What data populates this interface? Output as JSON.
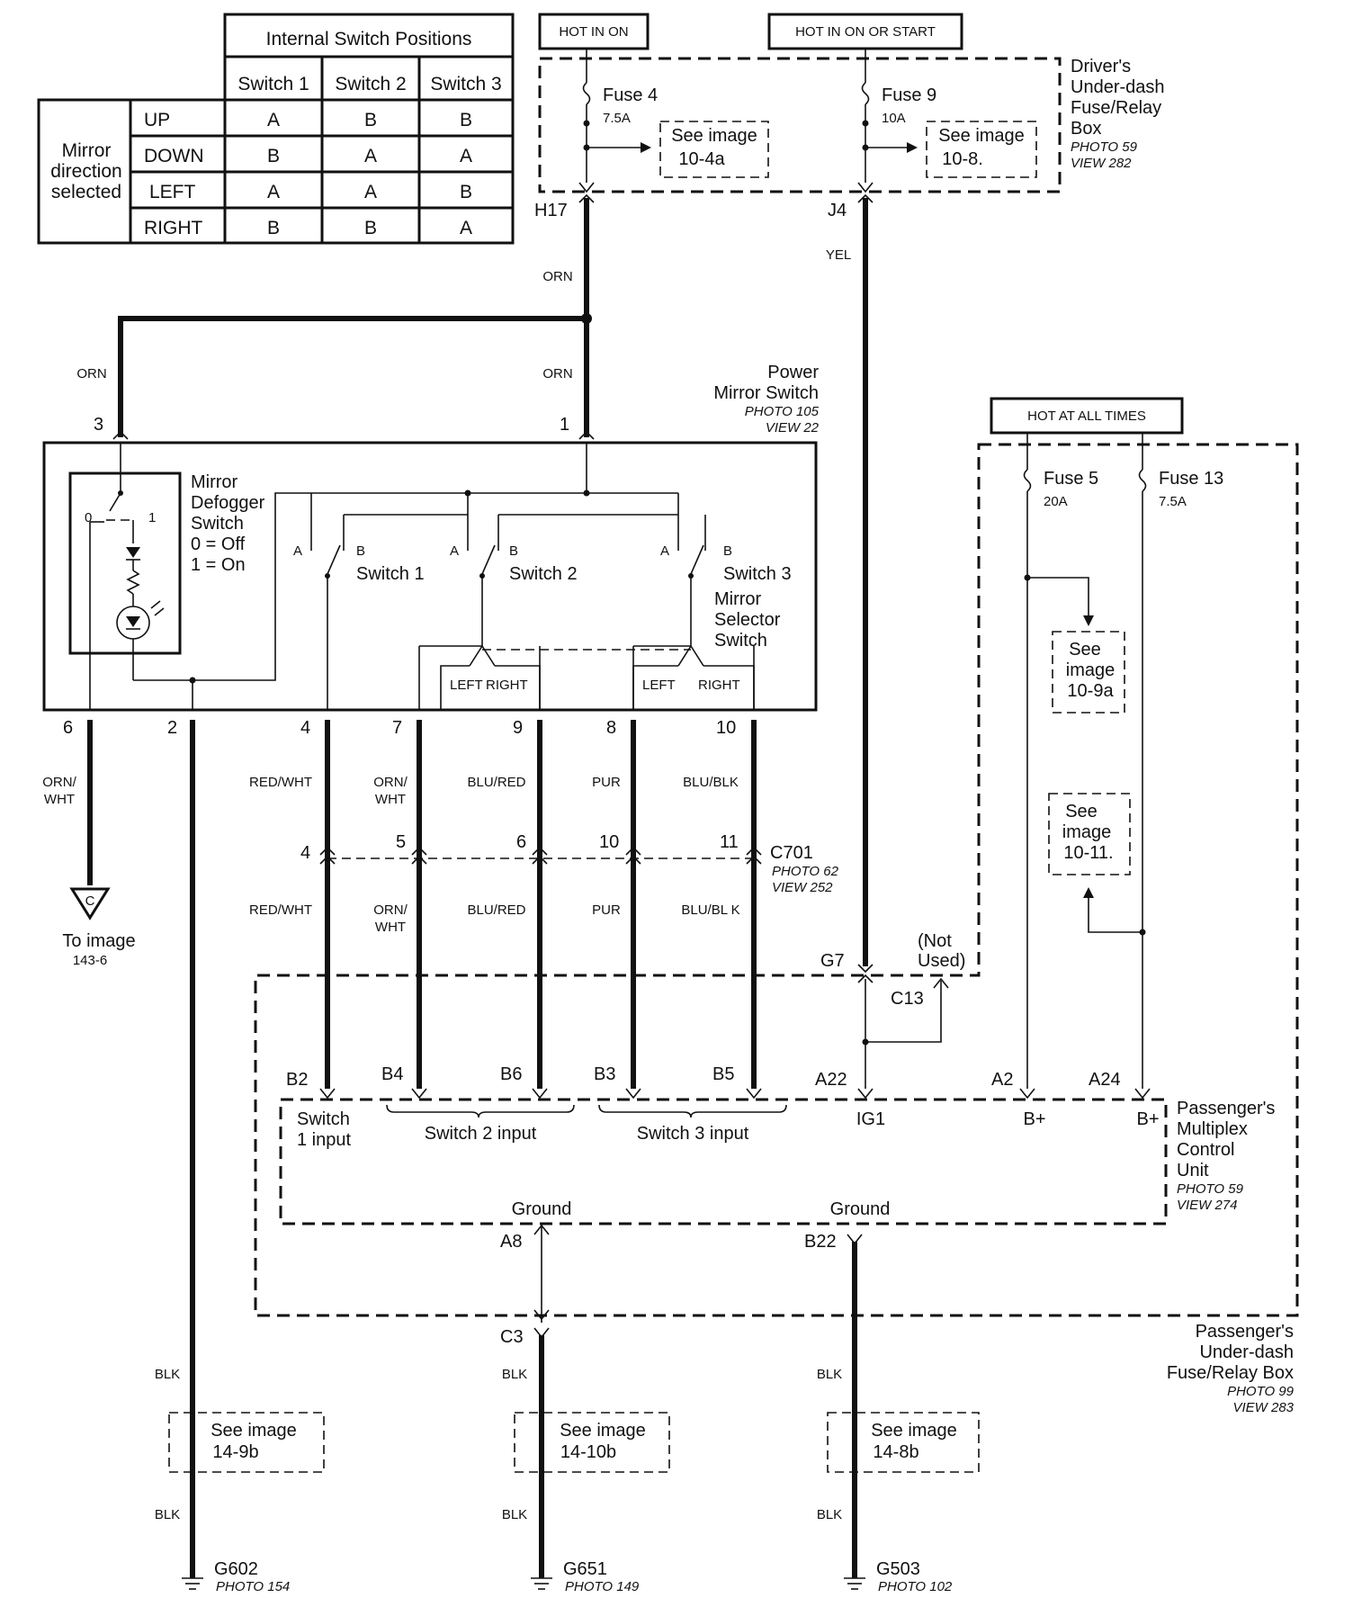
{
  "table": {
    "title": "Internal Switch Positions",
    "columns": [
      "Switch 1",
      "Switch 2",
      "Switch 3"
    ],
    "row_group": [
      "Mirror",
      "direction",
      "selected"
    ],
    "rows": [
      {
        "dir": "UP",
        "vals": [
          "A",
          "B",
          "B"
        ]
      },
      {
        "dir": "DOWN",
        "vals": [
          "B",
          "A",
          "A"
        ]
      },
      {
        "dir": "LEFT",
        "vals": [
          "A",
          "A",
          "B"
        ]
      },
      {
        "dir": "RIGHT",
        "vals": [
          "B",
          "B",
          "A"
        ]
      }
    ]
  },
  "top": {
    "hot_on": "HOT IN ON",
    "hot_start": "HOT IN ON OR START",
    "fuse4": "Fuse 4",
    "fuse4_a": "7.5A",
    "fuse9": "Fuse 9",
    "fuse9_a": "10A",
    "see_a1": "See image",
    "see_a2": "10-4a",
    "see_b1": "See image",
    "see_b2": "10-8.",
    "box": [
      "Driver's",
      "Under-dash",
      "Fuse/Relay",
      "Box"
    ],
    "box_photo": "PHOTO 59",
    "box_view": "VIEW 282",
    "h17": "H17",
    "j4": "J4",
    "orn": "ORN",
    "yel": "YEL"
  },
  "pms": {
    "title1": "Power",
    "title2": "Mirror Switch",
    "photo": "PHOTO 105",
    "view": "VIEW 22",
    "orn_left": "ORN",
    "orn_mid": "ORN",
    "pin3": "3",
    "pin1": "1",
    "defog": [
      "Mirror",
      "Defogger",
      "Switch",
      "0 = Off",
      "1 = On"
    ],
    "d0": "0",
    "d1": "1",
    "a": "A",
    "b": "B",
    "sw1": "Switch 1",
    "sw2": "Switch 2",
    "sw3": "Switch 3",
    "selector": [
      "Mirror",
      "Selector",
      "Switch"
    ],
    "left": "LEFT",
    "right": "RIGHT",
    "pins": [
      "6",
      "2",
      "4",
      "7",
      "9",
      "8",
      "10"
    ]
  },
  "wires": {
    "orn_wht": [
      "ORN/",
      "WHT"
    ],
    "red_wht": "RED/WHT",
    "blu_red": "BLU/RED",
    "pur": "PUR",
    "blu_blk": "BLU/BLK",
    "blu_blk_b": "BLU/BL K",
    "c701_pins": [
      "4",
      "5",
      "6",
      "10",
      "11"
    ],
    "c701": "C701",
    "c701_photo": "PHOTO 62",
    "c701_view": "VIEW 252",
    "to_image": "To image",
    "to_image_num": "143-6",
    "c_tri": "C"
  },
  "right": {
    "hot_all": "HOT AT ALL TIMES",
    "fuse5": "Fuse 5",
    "fuse5_a": "20A",
    "fuse13": "Fuse 13",
    "fuse13_a": "7.5A",
    "see_c": [
      "See",
      "image",
      "10-9a"
    ],
    "see_d": [
      "See",
      "image",
      "10-11."
    ]
  },
  "mcu": {
    "g7": "G7",
    "not_used": [
      "(Not",
      "Used)"
    ],
    "c13": "C13",
    "pins": [
      "B2",
      "B4",
      "B6",
      "B3",
      "B5",
      "A22",
      "A2",
      "A24"
    ],
    "sw1_in": [
      "Switch",
      "1 input"
    ],
    "sw2_in": "Switch 2 input",
    "sw3_in": "Switch 3 input",
    "ig1": "IG1",
    "bplus": "B+",
    "title": [
      "Passenger's",
      "Multiplex",
      "Control",
      "Unit"
    ],
    "photo": "PHOTO 59",
    "view": "VIEW 274",
    "ground": "Ground",
    "a8": "A8",
    "b22": "B22"
  },
  "pbox": {
    "title": [
      "Passenger's",
      "Under-dash",
      "Fuse/Relay Box"
    ],
    "photo": "PHOTO 99",
    "view": "VIEW 283",
    "c3": "C3"
  },
  "grounds": {
    "blk": "BLK",
    "see1": [
      "See image",
      "14-9b"
    ],
    "see2": [
      "See image",
      "14-10b"
    ],
    "see3": [
      "See image",
      "14-8b"
    ],
    "g602": "G602",
    "g602_photo": "PHOTO 154",
    "g651": "G651",
    "g651_photo": "PHOTO 149",
    "g503": "G503",
    "g503_photo": "PHOTO 102"
  }
}
